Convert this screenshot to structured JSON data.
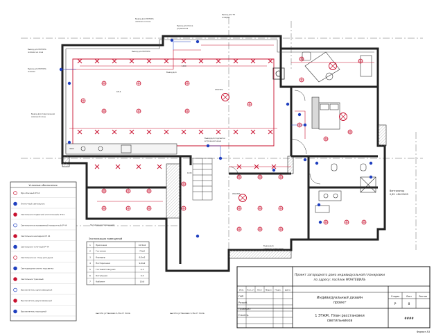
{
  "title_block": {
    "project_line1": "Проект загородного дома индивидуальной планировки",
    "project_line2": "по адресу: посёлок МОНТЕВИЛЬ",
    "design_line1": "Индивидуальный дизайн",
    "design_line2": "проект",
    "sheet_line1": "1 ЭТАЖ. План расстановки",
    "sheet_line2": "светильников",
    "header_cols": [
      "Изм.",
      "Кол.уч",
      "Лист",
      "№док",
      "Подп.",
      "Дата"
    ],
    "header_right": [
      "Стадия",
      "Лист",
      "Листов"
    ],
    "stage": "Р",
    "sheet_no": "8",
    "roles": [
      "ГИП",
      "Разраб.",
      "Проверил",
      "Н.контр."
    ],
    "format": "Формат А3"
  },
  "legend": {
    "title": "Условные обозначения",
    "items": [
      "Бра обычный IP 44",
      "Ленточный светильник",
      "Светильник подвесной (потолочный) IP 44",
      "Светильник встраиваемый поворотный IP 44",
      "Светильник накладной IP 44",
      "Светильник точечный IP 44",
      "Светильник на стену для душа",
      "Светодиодная лента подсветки",
      "Светильник трековый",
      "Выключатель одноклавишный",
      "Выключатель двухклавишный",
      "Выключатель проходной"
    ]
  },
  "explication": {
    "title": "Экспликация помещений",
    "rows": [
      {
        "no": "1",
        "name": "Прихожая",
        "area": "10,5м2"
      },
      {
        "no": "2",
        "name": "Гостиная",
        "area": "72м2"
      },
      {
        "no": "3",
        "name": "Коридор",
        "area": "6,5м2"
      },
      {
        "no": "4",
        "name": "Постирочная",
        "area": "9,2м2"
      },
      {
        "no": "5",
        "name": "Гостевой Санузел",
        "area": "4,3"
      },
      {
        "no": "6",
        "name": "Котельная",
        "area": "3,4"
      },
      {
        "no": "7",
        "name": "Кабинет",
        "area": "19,6"
      }
    ]
  },
  "notes": {
    "ventilation_label": "Вентилятор",
    "ventilation_value": "0,85 +84.226 В",
    "mount_height": "высота установки 1,3м от пола",
    "doc_code": "####"
  }
}
